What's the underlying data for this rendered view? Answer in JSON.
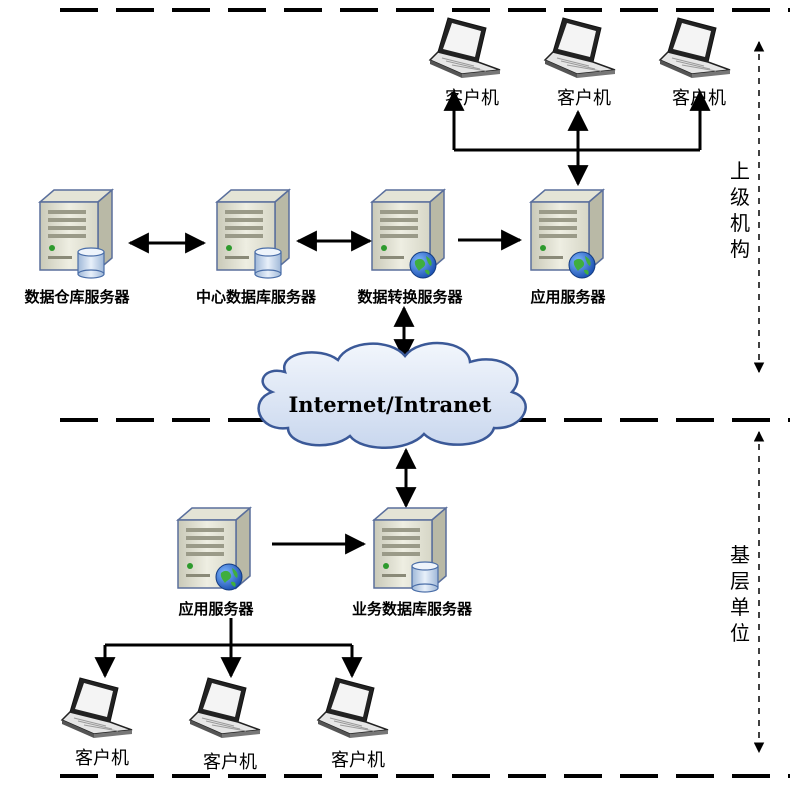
{
  "nodes": {
    "warehouse_server": "数据仓库服务器",
    "central_db_server": "中心数据库服务器",
    "conversion_server": "数据转换服务器",
    "upper_app_server": "应用服务器",
    "lower_app_server": "应用服务器",
    "business_db_server": "业务数据库服务器",
    "network": "Internet/Intranet"
  },
  "clients": {
    "upper": [
      "客户机",
      "客户机",
      "客户机"
    ],
    "lower": [
      "客户机",
      "客户机",
      "客户机"
    ]
  },
  "regions": {
    "upper": "上级机构",
    "lower": "基层单位"
  }
}
